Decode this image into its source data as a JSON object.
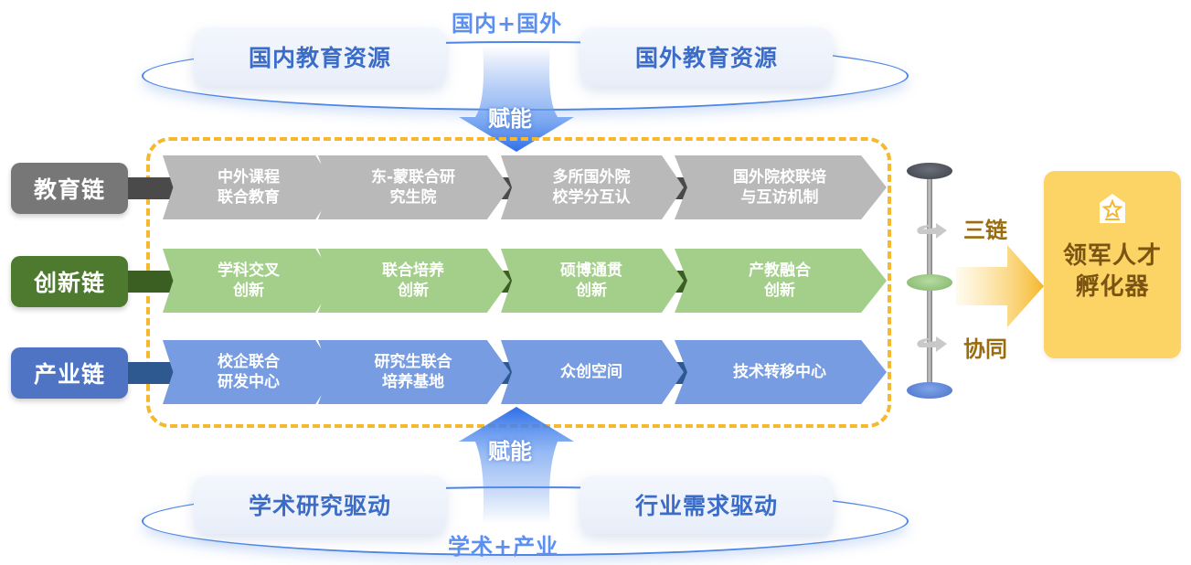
{
  "top": {
    "title": "国内+国外",
    "left_resource": "国内教育资源",
    "right_resource": "国外教育资源",
    "empower_label": "赋能"
  },
  "bottom": {
    "title": "学术+产业",
    "left_driver": "学术研究驱动",
    "right_driver": "行业需求驱动",
    "empower_label": "赋能"
  },
  "chains": [
    {
      "label": "教育链",
      "color": "#777777",
      "bar_color": "#4a4a4a",
      "step_color": "#b9b9b9",
      "steps": [
        {
          "line1": "中外课程",
          "line2": "联合教育"
        },
        {
          "line1": "东-蒙联合研",
          "line2": "究生院"
        },
        {
          "line1": "多所国外院",
          "line2": "校学分互认"
        },
        {
          "line1": "国外院校联培",
          "line2": "与互访机制"
        }
      ]
    },
    {
      "label": "创新链",
      "color": "#4d7a2e",
      "bar_color": "#3b5e22",
      "step_color": "#a3cf8a",
      "steps": [
        {
          "line1": "学科交叉",
          "line2": "创新"
        },
        {
          "line1": "联合培养",
          "line2": "创新"
        },
        {
          "line1": "硕博通贯",
          "line2": "创新"
        },
        {
          "line1": "产教融合",
          "line2": "创新"
        }
      ]
    },
    {
      "label": "产业链",
      "color": "#4f74c4",
      "bar_color": "#2d5990",
      "step_color": "#779ce2",
      "steps": [
        {
          "line1": "校企联合",
          "line2": "研发中心"
        },
        {
          "line1": "研究生联合",
          "line2": "培养基地"
        },
        {
          "line1": "众创空间",
          "line2": ""
        },
        {
          "line1": "技术转移中心",
          "line2": ""
        }
      ]
    }
  ],
  "synergy": {
    "line1": "三链",
    "line2": "协同"
  },
  "incubator": {
    "icon": "house-star-icon",
    "line1": "领军人才",
    "line2": "孵化器"
  },
  "colors": {
    "accent_blue": "#4f86e6",
    "dash_orange": "#f5b82e",
    "incubator_yellow": "#fcd466",
    "incubator_text": "#7a5410"
  }
}
